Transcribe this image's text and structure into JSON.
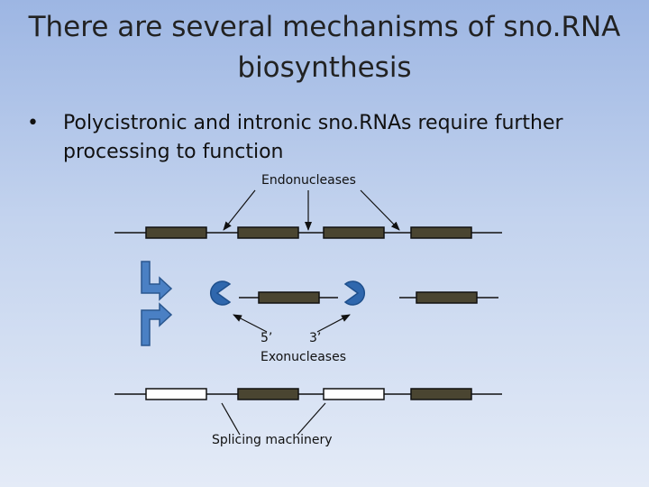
{
  "slide": {
    "title_line1": "There are several mechanisms of sno.RNA",
    "title_line2": "biosynthesis",
    "bullet_symbol": "•",
    "bullet_text_line1": "Polycistronic and intronic sno.RNAs require further",
    "bullet_text_line2": "processing to function"
  },
  "diagram": {
    "endonucleases_label": "Endonucleases",
    "five_prime_label": "5’",
    "three_prime_label": "3’",
    "exonucleases_label": "Exonucleases",
    "splicing_label": "Splicing machinery"
  },
  "colors": {
    "gene_box": "#4a4531",
    "intron_box": "#ffffff",
    "line": "#111111",
    "pacman": "#2f67ad",
    "arrow_fill": "#4a80c4",
    "arrow_stroke": "#2a578f"
  },
  "icons": [
    "bent-arrow-icon",
    "exonuclease-pacman-icon"
  ]
}
